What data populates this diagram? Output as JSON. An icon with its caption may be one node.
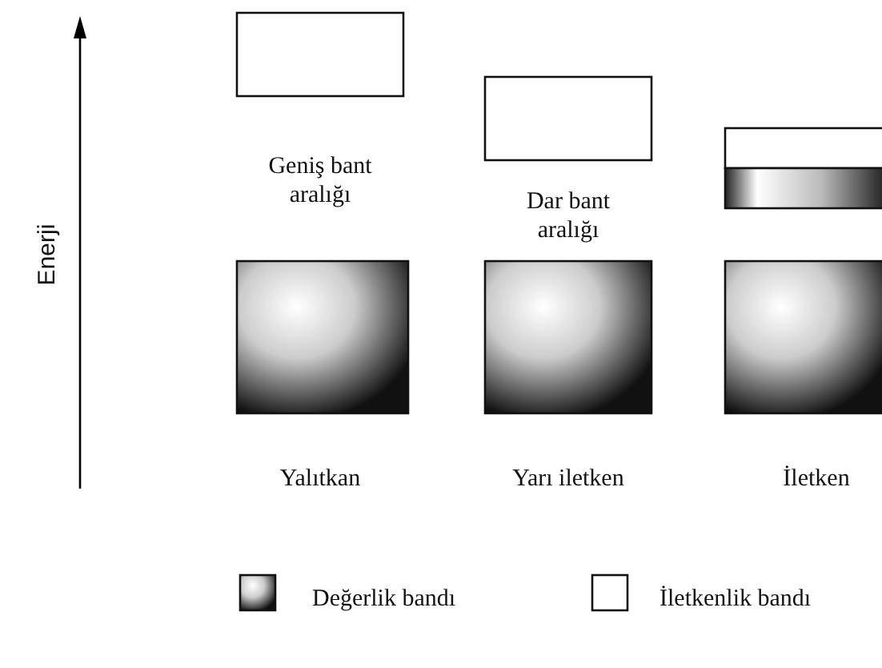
{
  "diagram": {
    "nodes": [
      {
        "text": [],
        "shape": "box"
      },
      {
        "text": [],
        "shape": "box"
      },
      {
        "text": [],
        "shape": "box"
      },
      {
        "text": [],
        "shape": "box"
      },
      {
        "text": [],
        "shape": "box"
      },
      {
        "text": [],
        "shape": "box"
      },
      {
        "text": [],
        "shape": "box"
      }
    ],
    "labels": [
      "Enerji",
      "Geniş bant aralığı",
      "Dar bant aralığı",
      "Yalıtkan",
      "Yarı iletken",
      "İletken"
    ],
    "legend": [
      {
        "text": "Değerlik bandı"
      },
      {
        "text": "İletkenlik bandı"
      }
    ]
  }
}
